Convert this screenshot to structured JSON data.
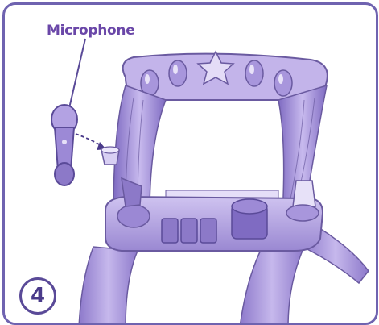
{
  "callout": {
    "label": "Microphone"
  },
  "step": {
    "number": "4"
  },
  "illustration": {
    "subject": "toy-stage-with-microphone",
    "colors": {
      "frame": "#6f63b0",
      "body": "#b9a9e3",
      "body_dark": "#8c79c8",
      "body_light": "#d9cff2",
      "outline": "#6a5aa0",
      "text": "#6a47a8"
    }
  }
}
